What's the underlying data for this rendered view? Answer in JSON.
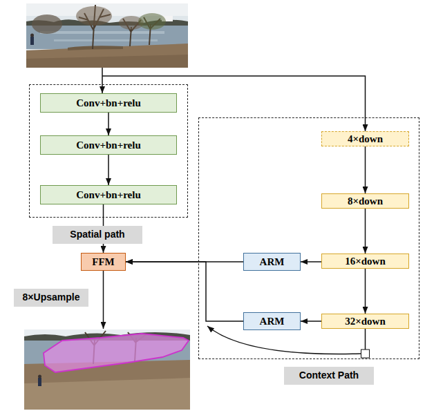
{
  "diagram": {
    "nodes": [
      {
        "text": [
          "Spatial path"
        ]
      },
      {
        "text": [
          "Conv+bn+relu"
        ],
        "in": 0
      },
      {
        "text": [
          "Conv+bn+relu"
        ],
        "in": 0
      },
      {
        "text": [
          "Conv+bn+relu"
        ],
        "in": 0
      },
      {
        "text": [
          "Context Path"
        ]
      },
      {
        "text": [
          "4×down"
        ],
        "in": 4
      },
      {
        "text": [
          "8×down"
        ],
        "in": 4
      },
      {
        "text": [
          "FFM"
        ]
      },
      {
        "text": [
          "ARM"
        ],
        "in": 4
      },
      {
        "text": [
          "16×down"
        ],
        "in": 4
      },
      {
        "text": [
          "ARM"
        ],
        "in": 4
      },
      {
        "text": [
          "32×down"
        ],
        "in": 4
      }
    ],
    "edges": [
      {
        "from": 1,
        "to": 2,
        "arrow": "to"
      },
      {
        "from": 2,
        "to": 3,
        "arrow": "to"
      },
      {
        "from": 3,
        "to": 7,
        "arrow": "to"
      },
      {
        "from": 5,
        "to": 6,
        "arrow": "to"
      },
      {
        "from": 6,
        "to": 9,
        "arrow": "to"
      },
      {
        "from": 9,
        "to": 11,
        "arrow": "to"
      },
      {
        "from": 9,
        "to": 8,
        "arrow": "to"
      },
      {
        "from": 11,
        "to": 10,
        "arrow": "to"
      },
      {
        "from": 8,
        "to": 7,
        "arrow": "to"
      },
      {
        "from": 10,
        "to": 7,
        "arrow": "to"
      }
    ],
    "labels": [
      "8×Upsample"
    ]
  }
}
